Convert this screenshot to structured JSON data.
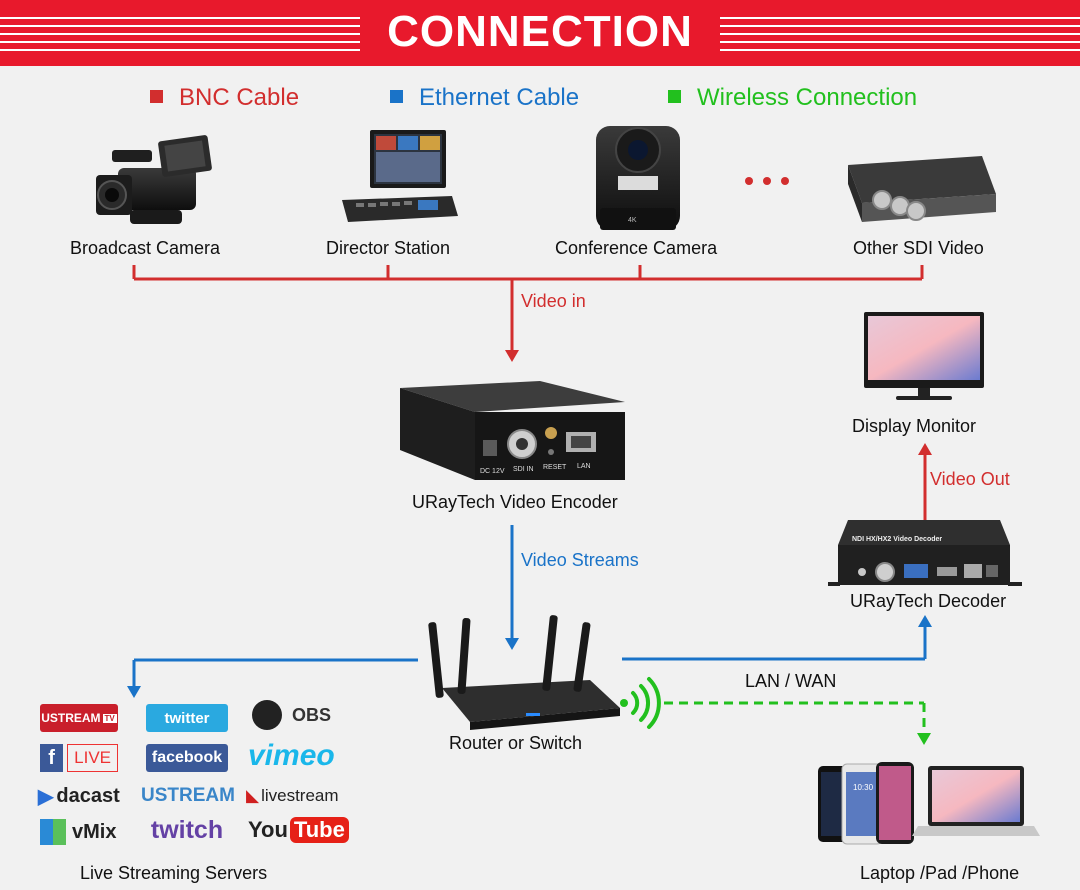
{
  "header": {
    "title": "CONNECTION"
  },
  "legend": [
    {
      "label": "BNC Cable",
      "color": "#d22e2e"
    },
    {
      "label": "Ethernet Cable",
      "color": "#1a73c8"
    },
    {
      "label": "Wireless Connection",
      "color": "#22c01e"
    }
  ],
  "sources": {
    "broadcast_camera": "Broadcast Camera",
    "director_station": "Director Station",
    "conference_camera": "Conference Camera",
    "other_sdi": "Other SDI Video",
    "ellipsis": "• • •"
  },
  "flows": {
    "video_in": "Video in",
    "video_streams": "Video Streams",
    "video_out": "Video Out",
    "lan_wan": "LAN / WAN"
  },
  "devices": {
    "encoder": "URayTech Video Encoder",
    "decoder": "URayTech Decoder",
    "monitor": "Display Monitor",
    "router": "Router or Switch",
    "clients": "Laptop /Pad /Phone",
    "servers": "Live Streaming Servers"
  },
  "encoder_ports": {
    "dc": "DC 12V",
    "sdi": "SDI IN",
    "reset": "RESET",
    "lan": "LAN"
  },
  "decoder_title": "NDI HX/HX2 Video Decoder",
  "phone_time": "10:30",
  "logos": {
    "ustreamtv": "USTREAM",
    "ustreamtv_suffix": "TV",
    "twitter": "twitter",
    "obs": "OBS",
    "fb_live": "LIVE",
    "facebook": "facebook",
    "vimeo": "vimeo",
    "dacast": "dacast",
    "ustream": "USTREAM",
    "livestream": "livestream",
    "vmix": "vMix",
    "twitch": "twitch",
    "youtube_you": "You",
    "youtube_tube": "Tube"
  }
}
